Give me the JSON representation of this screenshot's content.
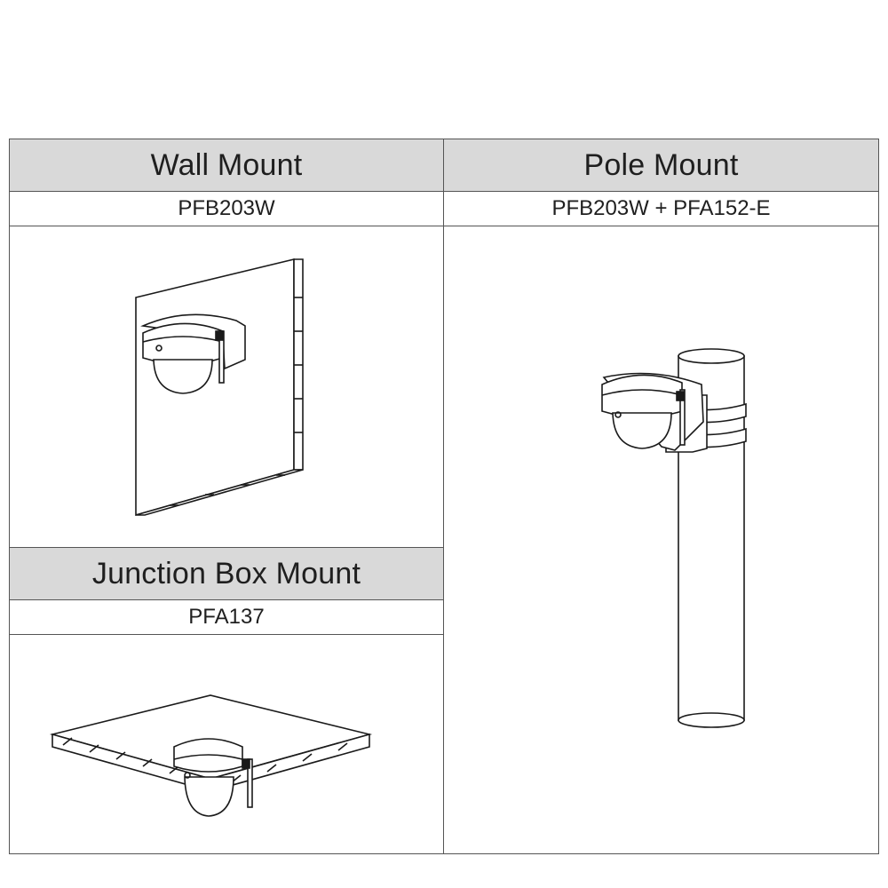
{
  "wall": {
    "title": "Wall Mount",
    "model": "PFB203W"
  },
  "pole": {
    "title": "Pole Mount",
    "model": "PFB203W + PFA152-E"
  },
  "junction": {
    "title": "Junction Box Mount",
    "model": "PFA137"
  },
  "colors": {
    "header_bg": "#d9d9d9",
    "border": "#555555",
    "line": "#1a1a1a"
  }
}
